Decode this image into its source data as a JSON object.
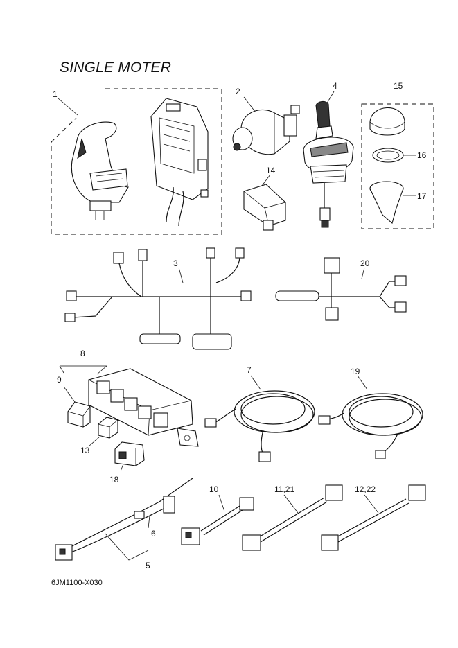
{
  "title": "SINGLE MOTER",
  "part_code": "6JM1100-X030",
  "callouts": [
    "1",
    "2",
    "4",
    "15",
    "16",
    "17",
    "14",
    "3",
    "20",
    "8",
    "9",
    "13",
    "18",
    "7",
    "19",
    "10",
    "11,21",
    "12,22",
    "6",
    "5"
  ]
}
